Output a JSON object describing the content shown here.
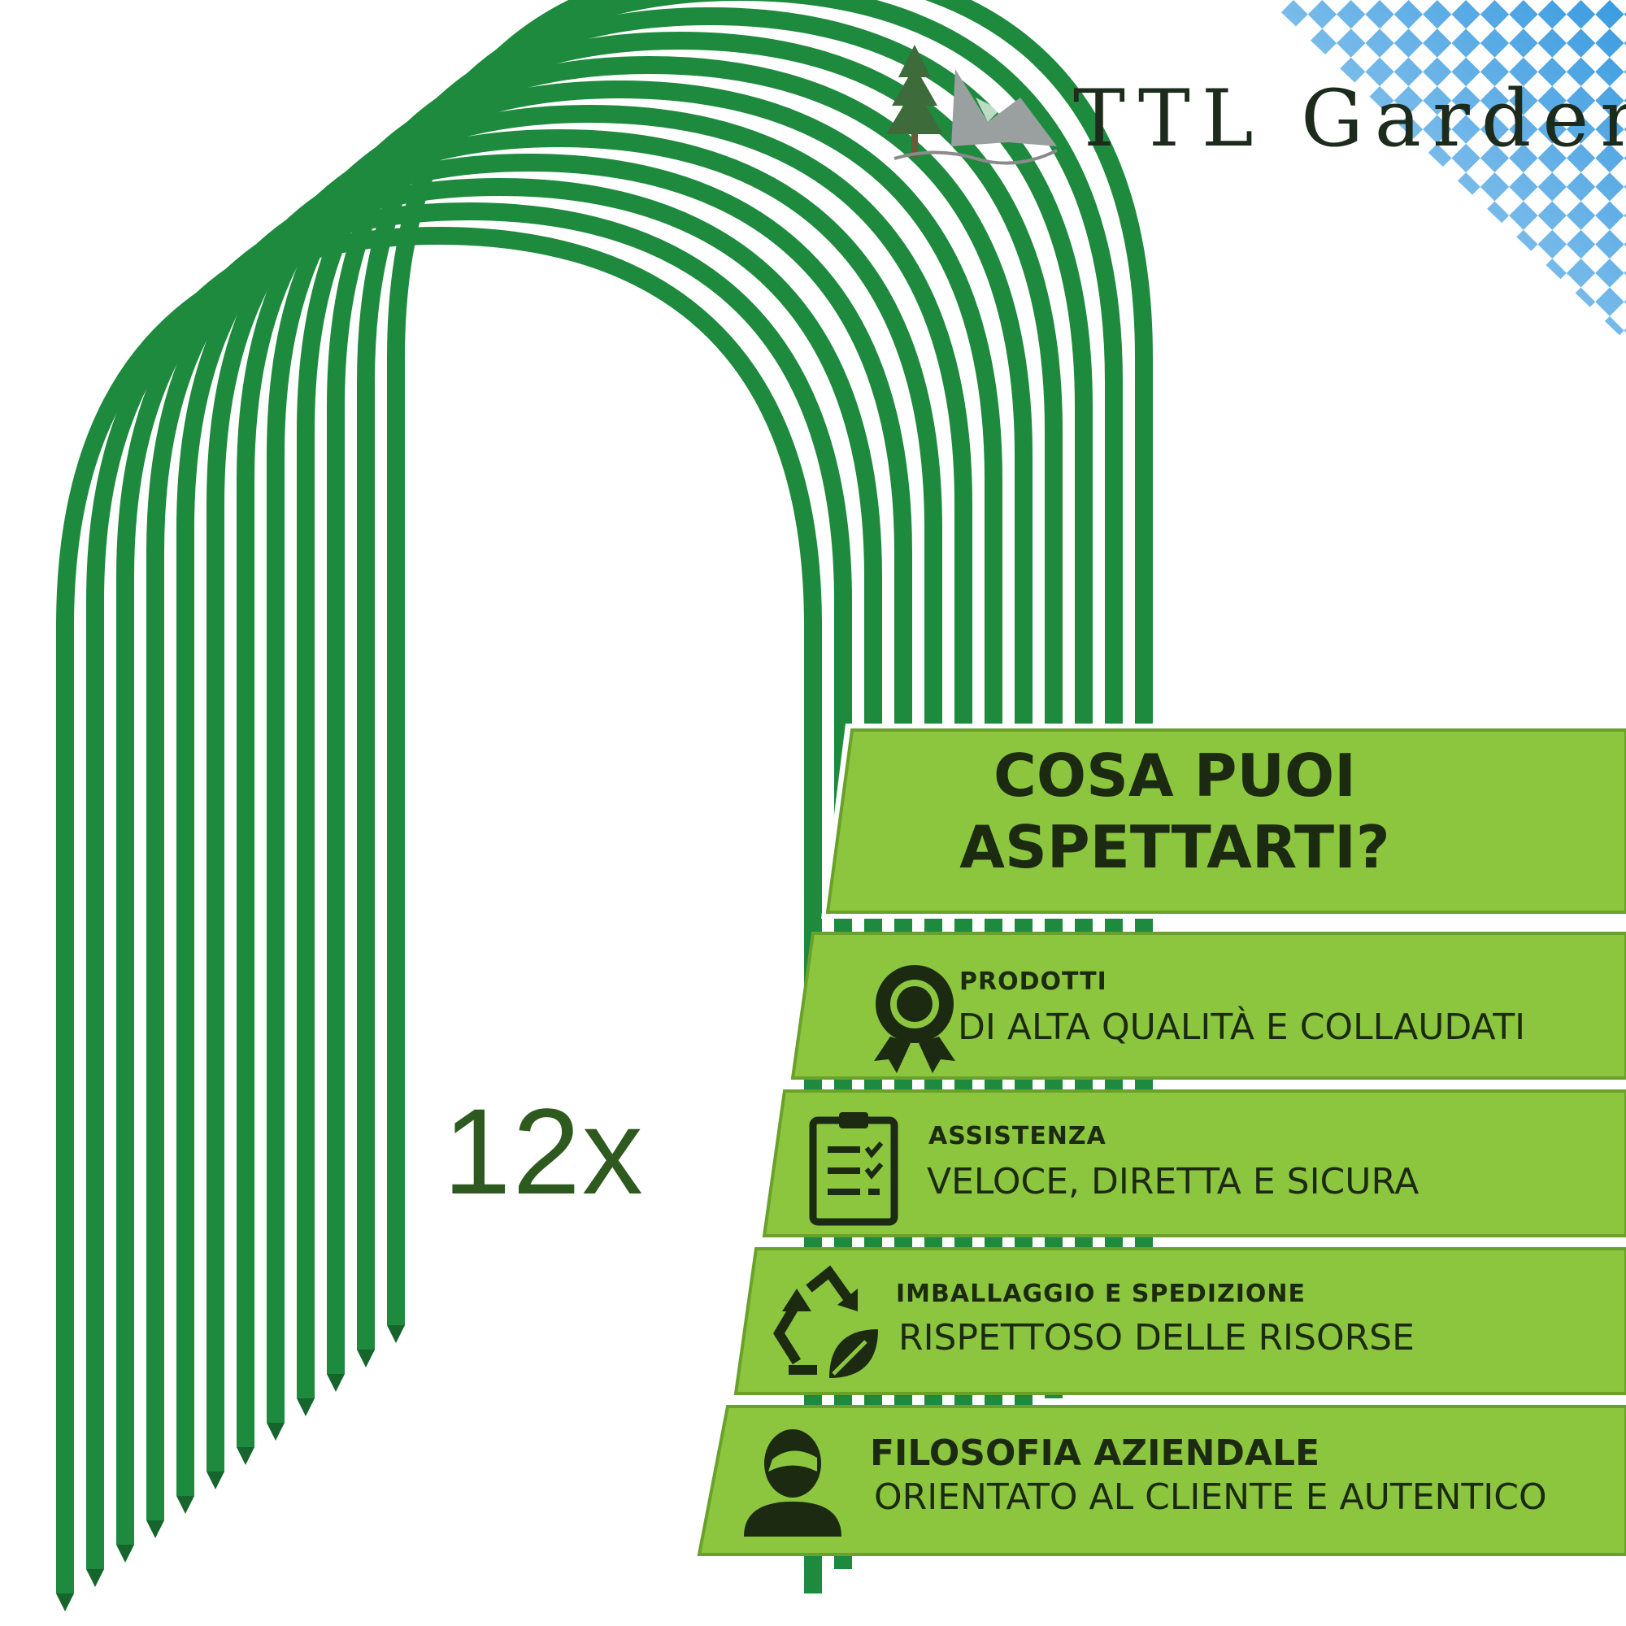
{
  "brand": {
    "name": "TTL Garden",
    "logo_icon": "tree-mountain-logo",
    "pattern_colors": [
      "#3a9be0",
      "#ffffff"
    ]
  },
  "product": {
    "count_label": "12x",
    "arch_color": "#1e8a3e",
    "arch_count": 12
  },
  "panel": {
    "heading_line1": "COSA PUOI",
    "heading_line2": "ASPETTARTI?",
    "accent_color": "#8cc63f",
    "features": [
      {
        "icon": "award-ribbon-icon",
        "label": "PRODOTTI",
        "description": "DI ALTA QUALITÀ E COLLAUDATI"
      },
      {
        "icon": "clipboard-checklist-icon",
        "label": "ASSISTENZA",
        "description": "VELOCE, DIRETTA E SICURA"
      },
      {
        "icon": "recycle-leaf-icon",
        "label": "IMBALLAGGIO E SPEDIZIONE",
        "description": "RISPETTOSO DELLE RISORSE"
      },
      {
        "icon": "person-icon",
        "label": "FILOSOFIA AZIENDALE",
        "description": "ORIENTATO AL CLIENTE E AUTENTICO"
      }
    ]
  }
}
